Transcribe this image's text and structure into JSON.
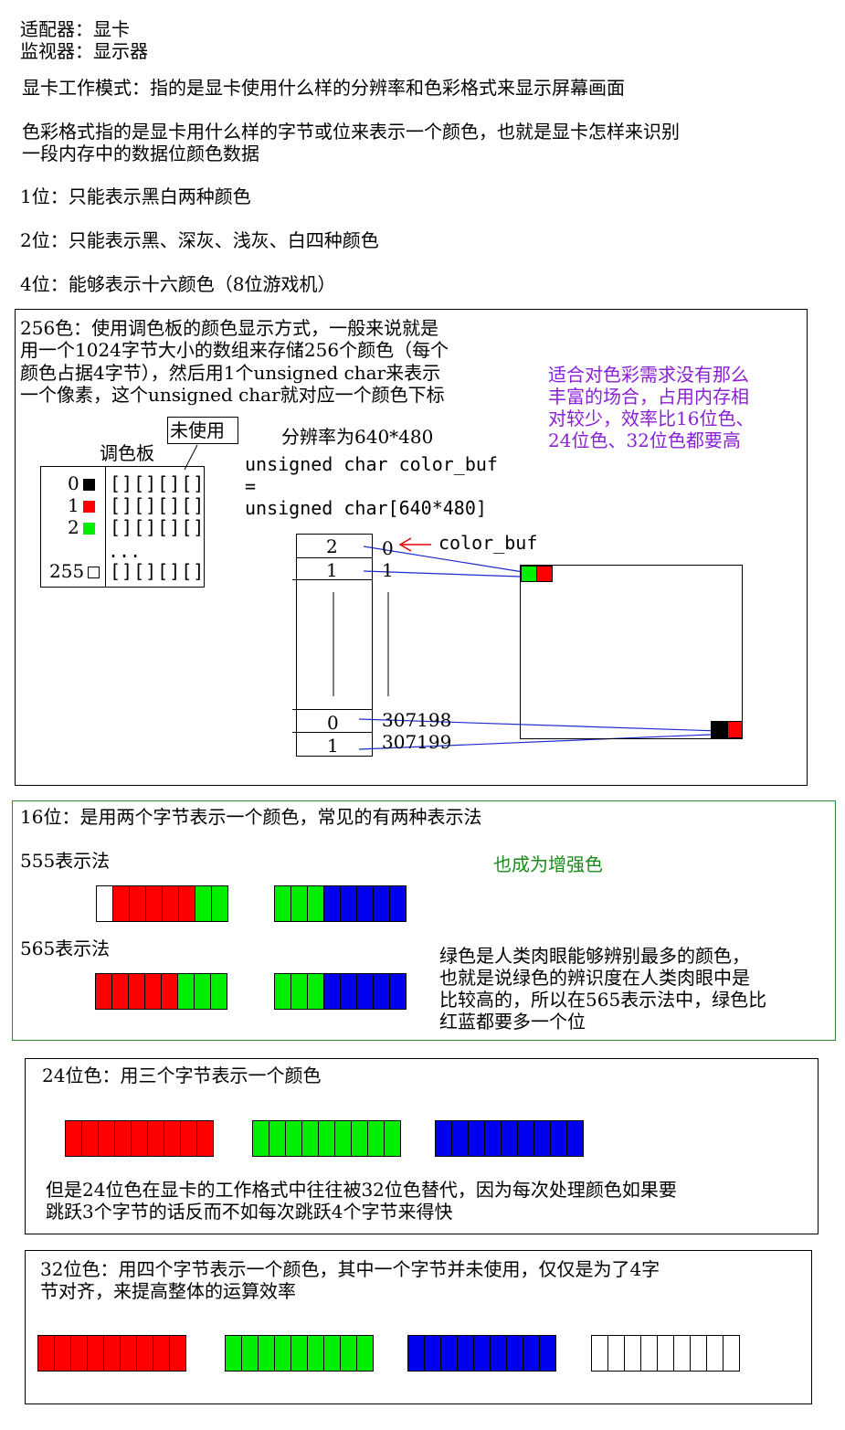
{
  "header": {
    "line1": "适配器：显卡",
    "line2": "监视器：显示器",
    "mode_def": "显卡工作模式：指的是显卡使用什么样的分辨率和色彩格式来显示屏幕画面",
    "color_fmt_1": "色彩格式指的是显卡用什么样的字节或位来表示一个颜色，也就是显卡怎样来识别",
    "color_fmt_2": "一段内存中的数据位颜色数据",
    "bit1": "1位：只能表示黑白两种颜色",
    "bit2": "2位：只能表示黑、深灰、浅灰、白四种颜色",
    "bit4": "4位：能够表示十六颜色（8位游戏机）"
  },
  "sec256": {
    "desc1": "256色：使用调色板的颜色显示方式，一般来说就是",
    "desc2": "用一个1024字节大小的数组来存储256个颜色（每个",
    "desc3": "颜色占据4字节），然后用1个unsigned char来表示",
    "desc4": "一个像素，这个unsigned char就对应一个颜色下标",
    "note1": "适合对色彩需求没有那么",
    "note2": "丰富的场合，占用内存相",
    "note3": "对较少，效率比16位色、",
    "note4": "24位色、32位色都要高",
    "unused_label": "未使用",
    "palette_label": "调色板",
    "palette_rows": [
      "0",
      "1",
      "2",
      "255"
    ],
    "placeholder_cells": "[][][][]",
    "ellipsis": "...",
    "resolution": "分辨率为640*480",
    "code1": "unsigned char color_buf",
    "code2": "=",
    "code3": "unsigned char[640*480]",
    "buf_label": "color_buf",
    "mem_vals": [
      "2",
      "1",
      "0",
      "1"
    ],
    "mem_idx": [
      "0",
      "1",
      "307198",
      "307199"
    ],
    "colors": {
      "black": "#000000",
      "red": "#ff0000",
      "green": "#00ee00"
    }
  },
  "sec16": {
    "title": "16位：是用两个字节表示一个颜色，常见的有两种表示法",
    "f555": "555表示法",
    "enhanced": "也成为增强色",
    "f565": "565表示法",
    "note1": "绿色是人类肉眼能够辨别最多的颜色，",
    "note2": "也就是说绿色的辨识度在人类肉眼中是",
    "note3": "比较高的，所以在565表示法中，绿色比",
    "note4": "红蓝都要多一个位"
  },
  "sec24": {
    "title": "24位色：用三个字节表示一个颜色",
    "note1": "但是24位色在显卡的工作格式中往往被32位色替代，因为每次处理颜色如果要",
    "note2": "跳跃3个字节的话反而不如每次跳跃4个字节来得快"
  },
  "sec32": {
    "title1": "32位色：用四个字节表示一个颜色，其中一个字节并未使用，仅仅是为了4字",
    "title2": "节对齐，来提高整体的运算效率"
  },
  "strip_colors": {
    "red": "#ff0000",
    "green": "#00ee00",
    "blue": "#0000ee",
    "white": "#ffffff"
  },
  "strips": {
    "s555a": [
      "white",
      "red",
      "red",
      "red",
      "red",
      "red",
      "green",
      "green"
    ],
    "s555b": [
      "green",
      "green",
      "green",
      "blue",
      "blue",
      "blue",
      "blue",
      "blue"
    ],
    "s565a": [
      "red",
      "red",
      "red",
      "red",
      "red",
      "green",
      "green",
      "green"
    ],
    "s565b": [
      "green",
      "green",
      "green",
      "blue",
      "blue",
      "blue",
      "blue",
      "blue"
    ],
    "s24r": [
      "red",
      "red",
      "red",
      "red",
      "red",
      "red",
      "red",
      "red",
      "red"
    ],
    "s24g": [
      "green",
      "green",
      "green",
      "green",
      "green",
      "green",
      "green",
      "green",
      "green"
    ],
    "s24b": [
      "blue",
      "blue",
      "blue",
      "blue",
      "blue",
      "blue",
      "blue",
      "blue",
      "blue"
    ],
    "s32r": [
      "red",
      "red",
      "red",
      "red",
      "red",
      "red",
      "red",
      "red",
      "red"
    ],
    "s32g": [
      "green",
      "green",
      "green",
      "green",
      "green",
      "green",
      "green",
      "green",
      "green"
    ],
    "s32b": [
      "blue",
      "blue",
      "blue",
      "blue",
      "blue",
      "blue",
      "blue",
      "blue",
      "blue"
    ],
    "s32w": [
      "white",
      "white",
      "white",
      "white",
      "white",
      "white",
      "white",
      "white",
      "white"
    ]
  }
}
